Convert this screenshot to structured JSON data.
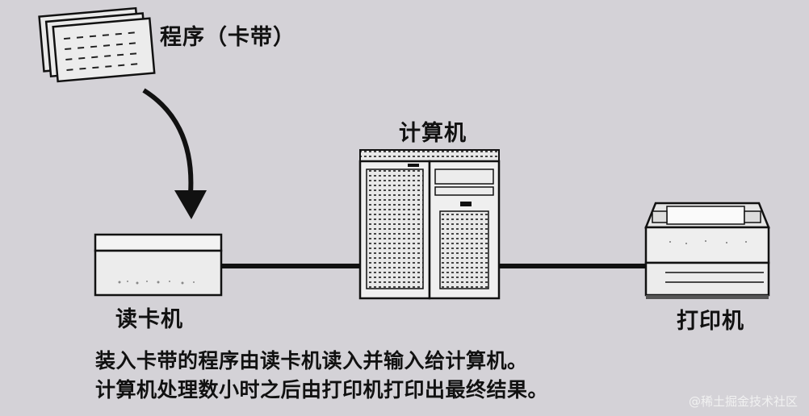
{
  "labels": {
    "program": "程序（卡带）",
    "computer": "计算机",
    "card_reader": "读卡机",
    "printer": "打印机"
  },
  "caption": {
    "line1": "装入卡带的程序由读卡机读入并输入给计算机。",
    "line2": "计算机处理数小时之后由打印机打印出最终结果。"
  },
  "watermark": "@稀土掘金技术社区",
  "colors": {
    "background": "#d4d2d7",
    "ink": "#111111"
  }
}
